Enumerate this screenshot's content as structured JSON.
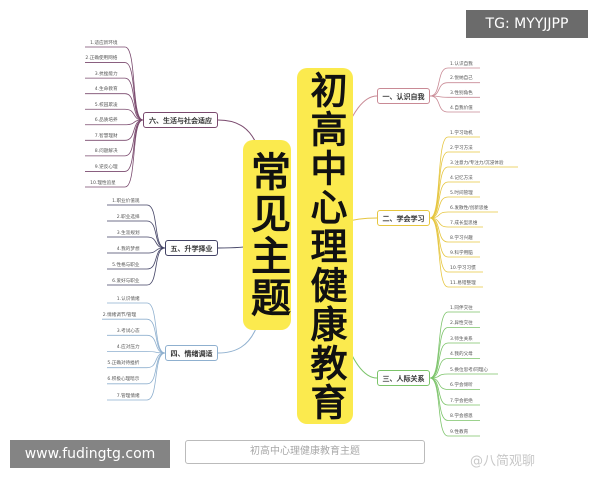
{
  "center_title": "初高中心理健康教育主题",
  "banner_main": "初高中心理健康教育",
  "banner_sub": "常见主题",
  "watermark_top": "TG: MYYJJPP",
  "watermark_bottom": "www.fudingtg.com",
  "watermark_source": "@八简观聊",
  "branches": [
    {
      "label": "一、认识自我",
      "color": "#c98a95",
      "side": "right",
      "items": [
        "1.认识自我",
        "2.悦纳自己",
        "3.性别角色",
        "4.自我价值"
      ]
    },
    {
      "label": "二、学会学习",
      "color": "#e6c640",
      "side": "right",
      "items": [
        "1.学习动机",
        "2.学习方法",
        "3.注意力/专注力/沉浸体验",
        "4.记忆方法",
        "5.时间管理",
        "6.发散性/创新思维",
        "7.成长型思维",
        "8.学习兴趣",
        "9.科学用脑",
        "10.学习习惯",
        "11.易错整理"
      ]
    },
    {
      "label": "三、人际关系",
      "color": "#7cc46a",
      "side": "right",
      "items": [
        "1.同伴交往",
        "2.异性交往",
        "3.师生关系",
        "4.我的父母",
        "5.换位思考/同理心",
        "6.学会倾听",
        "7.学会拒绝",
        "8.学会感恩",
        "9.性教育"
      ]
    },
    {
      "label": "四、情绪调适",
      "color": "#8fb0cf",
      "side": "left",
      "items": [
        "1.认识情绪",
        "2.情绪调节/管理",
        "3.考试心态",
        "4.应对压力",
        "5.正确对待挫折",
        "6.积极心理暗示",
        "7.管理情绪"
      ]
    },
    {
      "label": "五、升学择业",
      "color": "#444466",
      "side": "left",
      "items": [
        "1.职业价值观",
        "2.职业选择",
        "3.生涯规划",
        "4.我的梦想",
        "5.性格与职业",
        "6.爱好与职业"
      ]
    },
    {
      "label": "六、生活与社会适应",
      "color": "#7a4a6e",
      "side": "left",
      "items": [
        "1.适应新环境",
        "2.正确使用网络",
        "3.抗挫能力",
        "4.生命教育",
        "5.校园欺凌",
        "6.品质培养",
        "7.智慧理财",
        "8.问题解决",
        "9.逆反心理",
        "10.理性追星"
      ]
    }
  ]
}
